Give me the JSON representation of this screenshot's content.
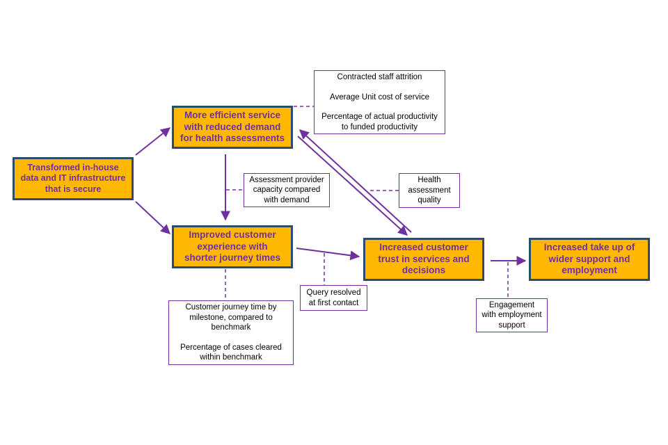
{
  "colors": {
    "box_fill": "#FFB800",
    "box_border": "#2F4A6B",
    "box_text": "#7030A0",
    "connector": "#7030A0",
    "metric_text": "#000000"
  },
  "outcomes": {
    "transformed": "Transformed in-house\ndata and IT infrastructure\nthat is secure",
    "efficient": "More efficient service\nwith reduced demand\nfor health assessments",
    "improved": "Improved customer\nexperience with\nshorter journey times",
    "trust": "Increased customer\ntrust in services and\ndecisions",
    "takeup": "Increased take up of\nwider support  and\nemployment"
  },
  "measures": {
    "staff_costs": "Contracted staff attrition\n\nAverage Unit cost of service\n\nPercentage of actual productivity\nto funded productivity",
    "capacity": "Assessment provider\ncapacity compared\nwith demand",
    "health_quality": "Health\nassessment\nquality",
    "query": "Query resolved\nat first contact",
    "journey": "Customer journey time by\nmilestone, compared to\nbenchmark\n\nPercentage of cases cleared\nwithin benchmark",
    "engagement": "Engagement\nwith employment\nsupport"
  }
}
